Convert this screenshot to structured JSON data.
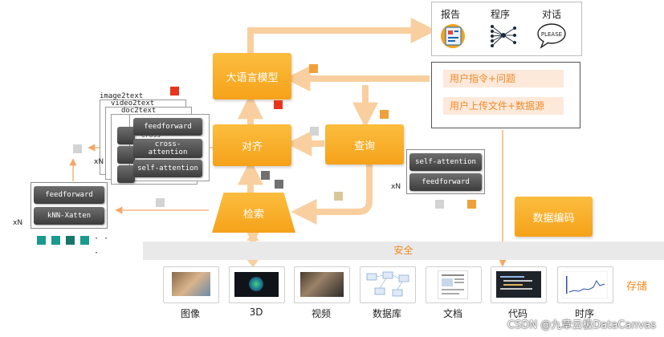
{
  "outputs": {
    "items": [
      {
        "label": "报告",
        "icon": "report-icon"
      },
      {
        "label": "程序",
        "icon": "program-network-icon"
      },
      {
        "label": "对话",
        "icon": "speech-bubble-icon",
        "bubble_text": "PLEASE"
      }
    ]
  },
  "core": {
    "llm": "大语言模型",
    "align": "对齐",
    "query": "查询",
    "retrieve": "检索",
    "data_encoding": "数据编码"
  },
  "instructions": {
    "line1": "用户指令+问题",
    "line2": "用户上传文件+数据源"
  },
  "left_stack": {
    "modal_labels": [
      "image2text",
      "video2text",
      "doc2text"
    ],
    "blocks": [
      "feedforward",
      "cross-attention",
      "self-attention"
    ],
    "hidden_label": "cross",
    "repeat": "xN"
  },
  "knn_stack": {
    "blocks": [
      "feedforward",
      "kNN-Xatten"
    ],
    "repeat": "xN",
    "ellipsis": "· ·",
    "dot": "·"
  },
  "query_stack": {
    "blocks": [
      "self-attention",
      "feedforward"
    ],
    "repeat": "xN"
  },
  "safety": "安全",
  "storage_label": "存储",
  "sources": [
    "图像",
    "3D",
    "视频",
    "数据库",
    "文档",
    "代码",
    "时序"
  ],
  "watermark": "CSDN @九章云极DataCanvas",
  "colors": {
    "orange": "#f6a21a",
    "arrow": "#f9cf9f",
    "red": "#e8341c",
    "teal": "#1a9a8e",
    "gray_square": "#bdbdbd"
  }
}
